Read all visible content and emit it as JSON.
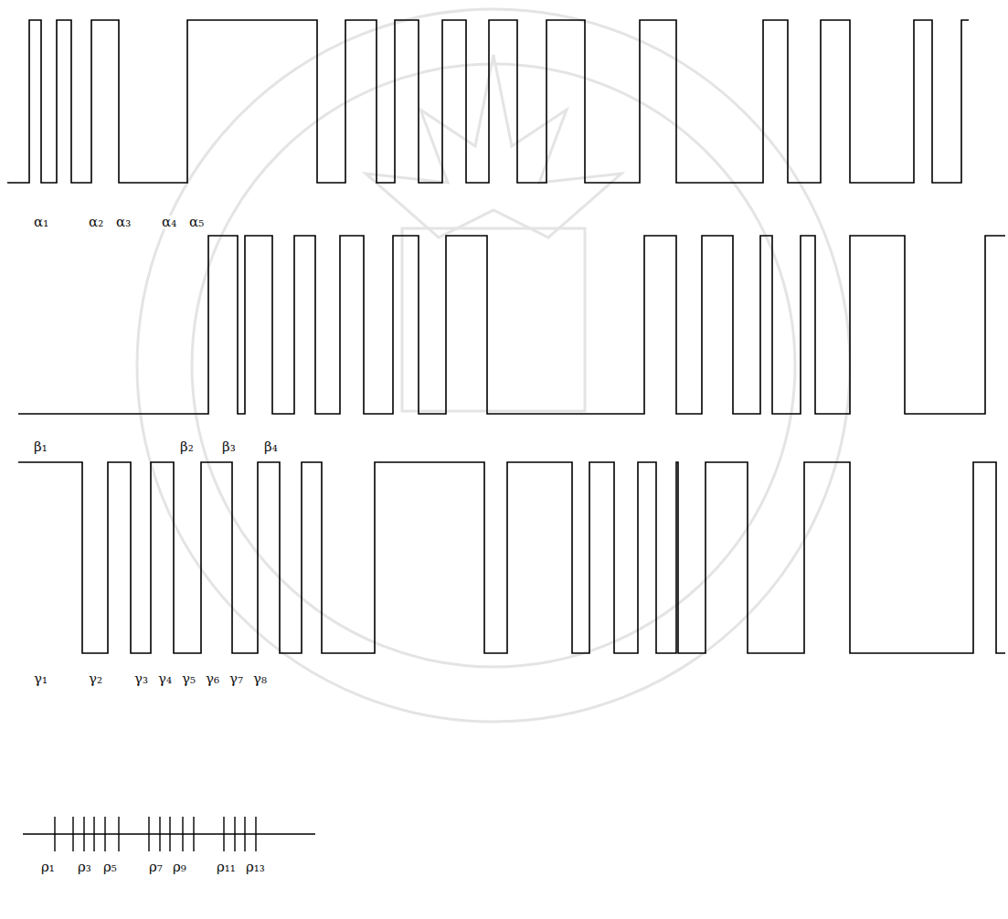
{
  "diagram": {
    "labels": [
      "α₁",
      "α₂",
      "α₃",
      "α₄",
      "α₅",
      "β₁",
      "β₂",
      "β₃",
      "β₄",
      "γ₁",
      "γ₂",
      "γ₃",
      "γ₄",
      "γ₅",
      "γ₆",
      "γ₇",
      "γ₈",
      "ρ₁",
      "ρ₃",
      "ρ₅",
      "ρ₇",
      "ρ₉",
      "ρ₁₁",
      "ρ₁₃"
    ]
  }
}
